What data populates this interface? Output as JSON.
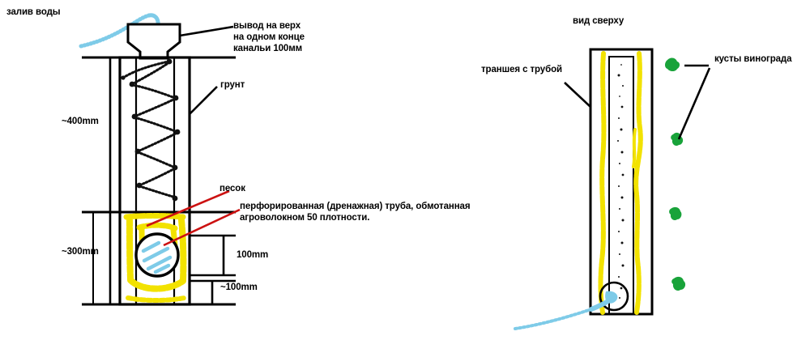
{
  "diagram": {
    "title_left": "",
    "section_view": {
      "water_inlet_label": "залив воды",
      "outlet_callout": "вывод на верх\nна одном конце\nканальи 100мм",
      "soil_label": "грунт",
      "sand_label": "песок",
      "pipe_callout": "перфорированная (дренажная) труба, обмотанная\nагроволокном 50 плотности.",
      "dim_depth_soil": "~400mm",
      "dim_depth_sand": "~300mm",
      "dim_pipe": "100mm",
      "dim_bottom": "~100mm"
    },
    "top_view": {
      "title": "вид сверху",
      "trench_label": "траншея с трубой",
      "bushes_label": "кусты винограда"
    }
  },
  "colors": {
    "ink": "#000000",
    "sand": "#f2e200",
    "water": "#7ecbe8",
    "bush": "#19a33a",
    "leader_red": "#cc1111"
  }
}
